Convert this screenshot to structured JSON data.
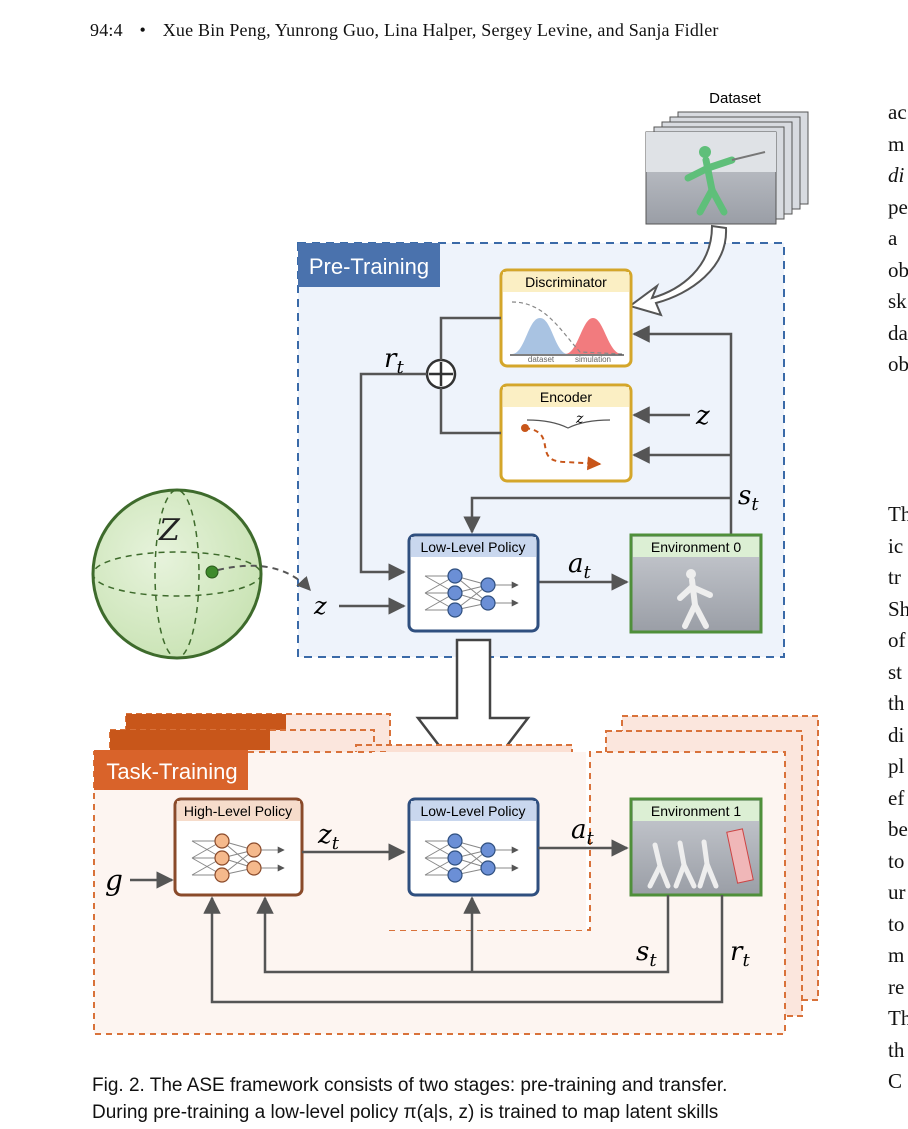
{
  "header": {
    "page": "94:4",
    "bullet": "•",
    "authors": "Xue Bin Peng, Yunrong Guo, Lina Halper, Sergey Levine, and Sanja Fidler"
  },
  "figure": {
    "dataset": "Dataset",
    "pretraining": "Pre-Training",
    "discriminator": "Discriminator",
    "dataset_curve": "dataset",
    "simulation_curve": "simulation",
    "encoder": "Encoder",
    "encoder_z": "z",
    "low_level_policy": "Low-Level Policy",
    "environment0": "Environment 0",
    "latent_space": "Z",
    "task_training": "Task-Training",
    "high_level_policy": "High-Level Policy",
    "environment1": "Environment 1",
    "sym_rt": "r",
    "sym_t": "t",
    "sym_z": "z",
    "sym_s": "s",
    "sym_a": "a",
    "sym_g": "g"
  },
  "caption": {
    "line1": "Fig. 2.  The ASE framework consists of two stages: pre-training and transfer.",
    "line2": "During pre-training a low-level policy π(a|s, z) is trained to map latent skills"
  },
  "right_column": {
    "top": [
      "ac",
      "m",
      "di",
      "pe",
      "a",
      "ob",
      "sk",
      "da",
      "ob"
    ],
    "bottom": [
      "Th",
      "ic",
      "tr",
      "Sh",
      "of",
      "st",
      "th",
      "di",
      "pl",
      "ef",
      "be",
      "to",
      "ur",
      "to",
      "m",
      "re",
      "Th",
      "th",
      "C"
    ]
  }
}
